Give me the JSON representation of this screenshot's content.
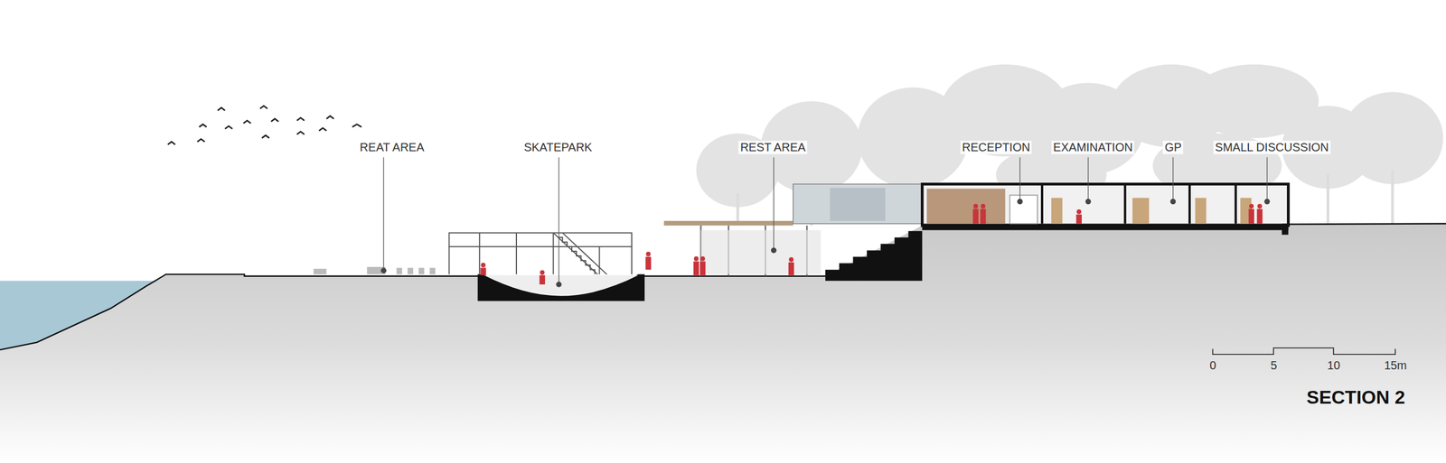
{
  "diagram": {
    "title": "SECTION 2",
    "labels": [
      "REAT AREA",
      "SKATEPARK",
      "REST AREA",
      "RECEPTION",
      "EXAMINATION",
      "GP",
      "SMALL DISCUSSION",
      "0",
      "5",
      "10",
      "15m"
    ]
  }
}
